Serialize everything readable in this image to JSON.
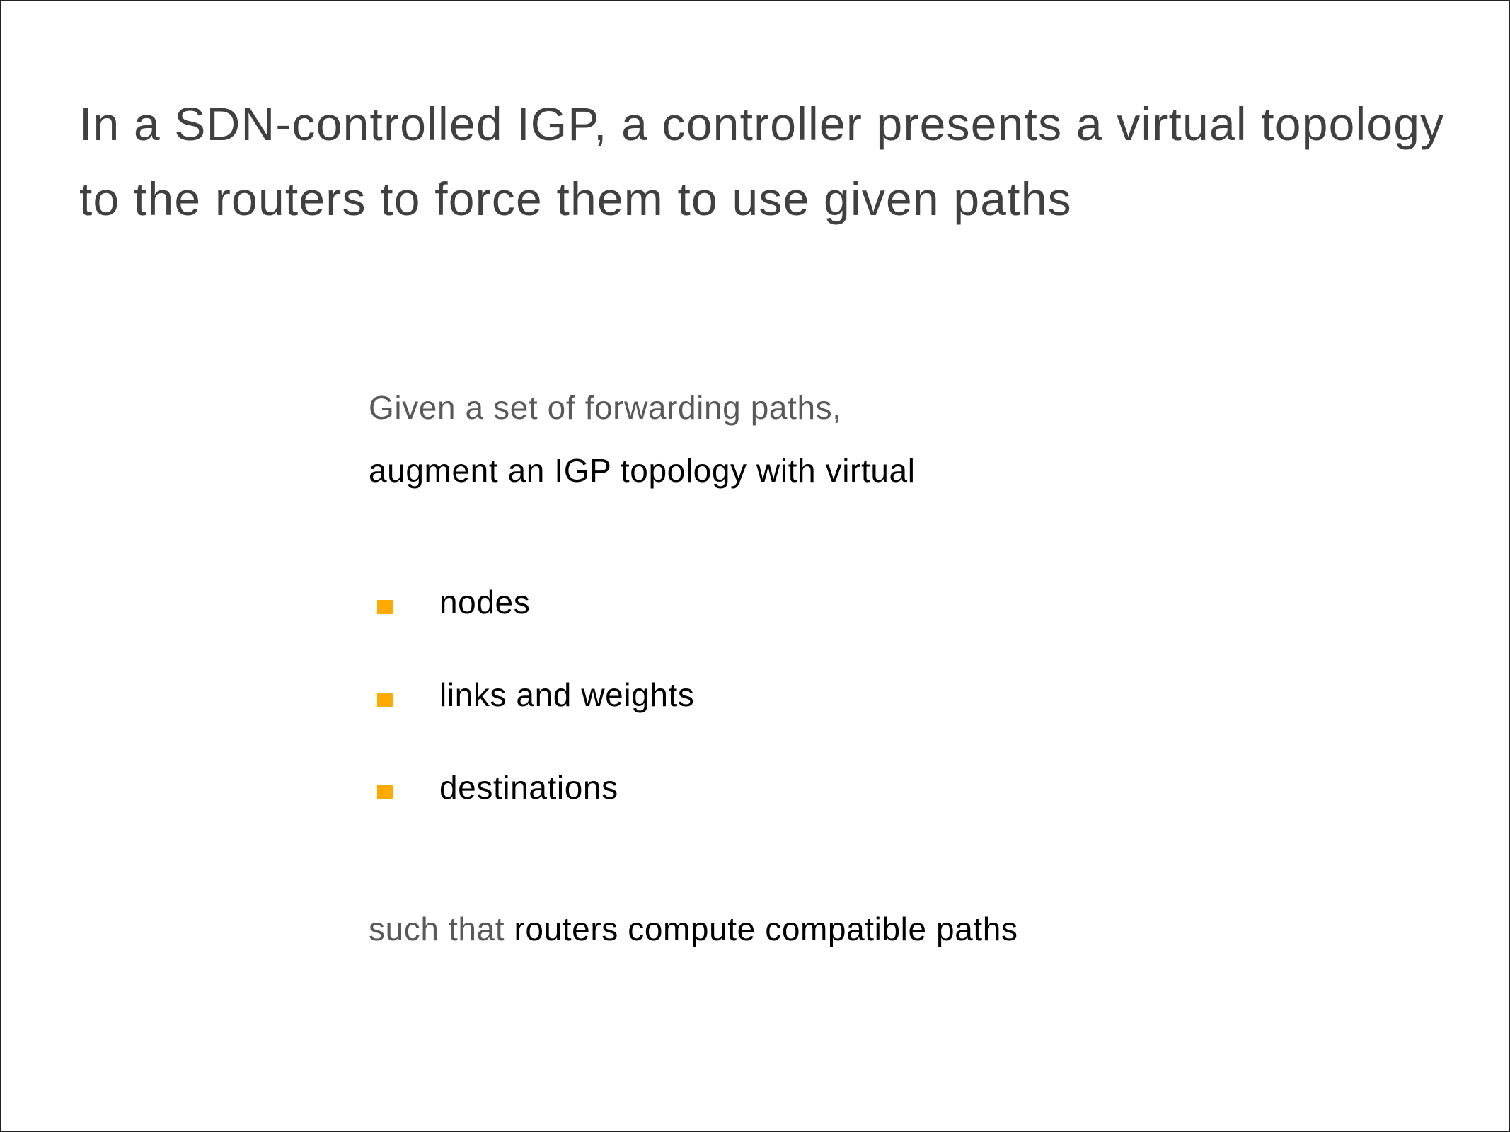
{
  "title": "In a SDN-controlled IGP, a controller presents a virtual topology to the routers to force them to use given paths",
  "intro": {
    "line1": "Given a set of forwarding paths,",
    "line2": "augment an IGP topology with virtual"
  },
  "bullets": [
    {
      "label": "nodes"
    },
    {
      "label": "links and weights"
    },
    {
      "label": "destinations"
    }
  ],
  "conclusion": {
    "prefix": "such that",
    "rest": "routers compute compatible paths"
  },
  "colors": {
    "accent": "#FFAA00",
    "title": "#404040",
    "muted": "#595959"
  }
}
